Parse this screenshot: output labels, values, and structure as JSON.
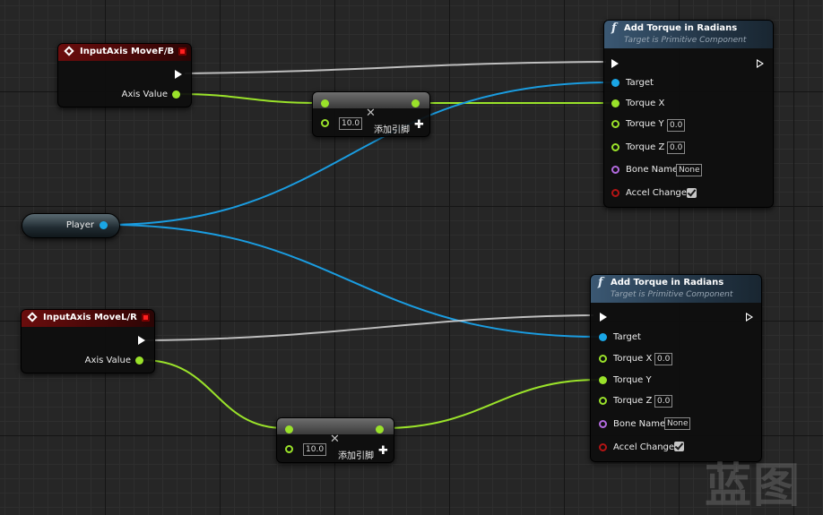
{
  "nodes": {
    "input_fb": {
      "title": "InputAxis MoveF/B",
      "axis_label": "Axis Value"
    },
    "input_lr": {
      "title": "InputAxis MoveL/R",
      "axis_label": "Axis Value"
    },
    "player": {
      "label": "Player"
    },
    "multiply_top": {
      "value": "10.0",
      "add_pin_label": "添加引脚"
    },
    "multiply_bottom": {
      "value": "10.0",
      "add_pin_label": "添加引脚"
    },
    "torque_top": {
      "title": "Add Torque in Radians",
      "subtitle": "Target is Primitive Component",
      "pins": {
        "target": "Target",
        "torque_x": "Torque X",
        "torque_y": "Torque Y",
        "torque_y_value": "0.0",
        "torque_z": "Torque Z",
        "torque_z_value": "0.0",
        "bone_name": "Bone Name",
        "bone_name_value": "None",
        "accel_change": "Accel Change"
      }
    },
    "torque_bottom": {
      "title": "Add Torque in Radians",
      "subtitle": "Target is Primitive Component",
      "pins": {
        "target": "Target",
        "torque_x": "Torque X",
        "torque_x_value": "0.0",
        "torque_y": "Torque Y",
        "torque_z": "Torque Z",
        "torque_z_value": "0.0",
        "bone_name": "Bone Name",
        "bone_name_value": "None",
        "accel_change": "Accel Change"
      }
    }
  },
  "watermark": "蓝图",
  "colors": {
    "exec_wire": "#cfcfcf",
    "float_wire": "#9ae22a",
    "object_wire": "#1a9ce0",
    "event_header": "#6a0d0d",
    "function_header": "#3b5873",
    "name_pin": "#b36be0",
    "bool_pin": "#b31414"
  },
  "icons": [
    "event-diamond-icon",
    "stop-icon",
    "function-f-icon",
    "exec-arrow-icon",
    "close-x-icon",
    "plus-icon",
    "checkbox-check-icon"
  ]
}
